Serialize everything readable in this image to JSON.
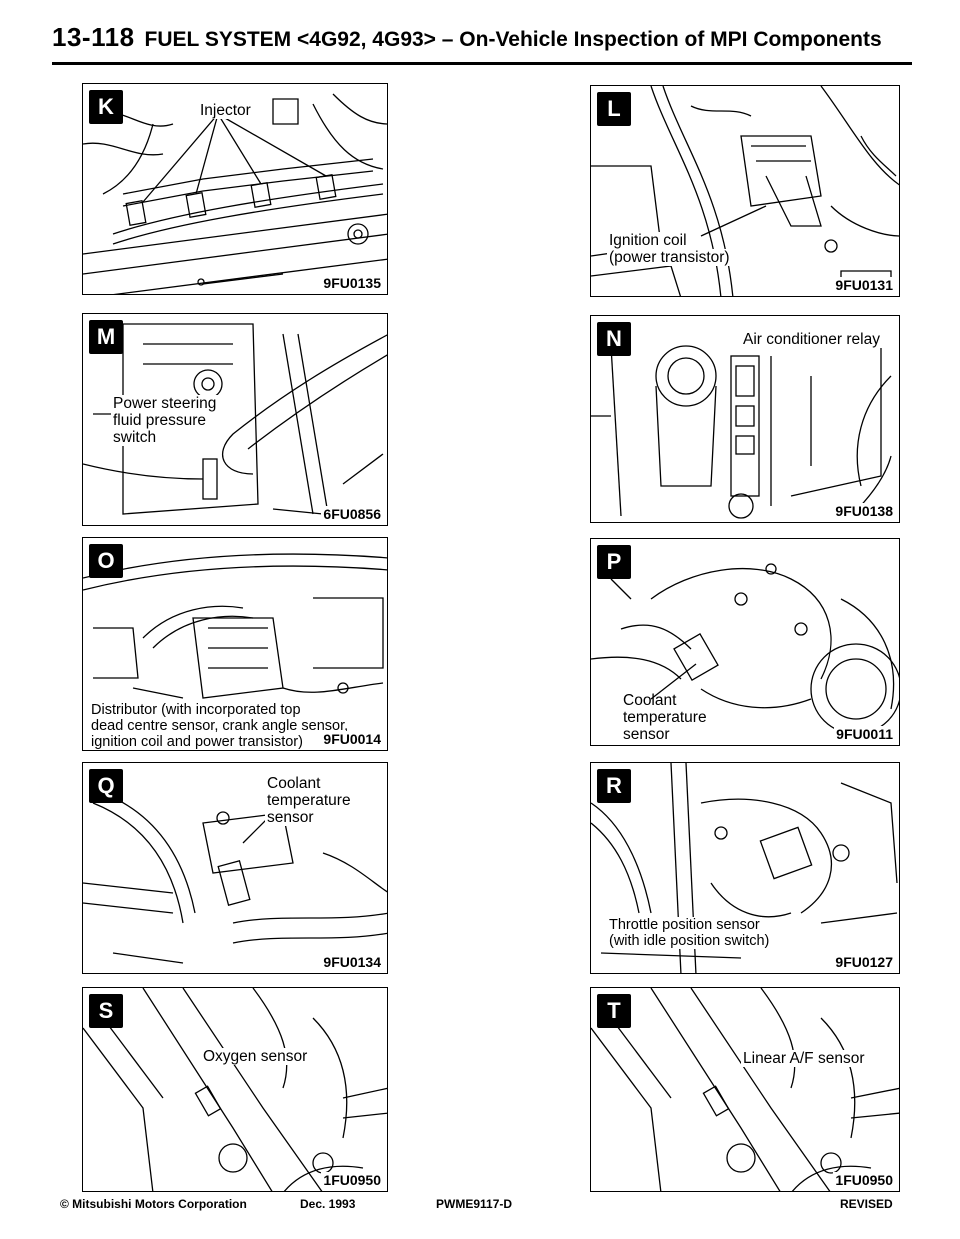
{
  "header": {
    "page_number": "13-118",
    "title": "FUEL SYSTEM <4G92, 4G93> – On-Vehicle Inspection of MPI Components"
  },
  "panels": {
    "K": {
      "letter": "K",
      "code": "9FU0135",
      "labels": [
        "Injector"
      ]
    },
    "L": {
      "letter": "L",
      "code": "9FU0131",
      "labels": [
        "Ignition coil",
        "(power transistor)"
      ]
    },
    "M": {
      "letter": "M",
      "code": "6FU0856",
      "labels": [
        "Power steering",
        "fluid pressure",
        "switch"
      ]
    },
    "N": {
      "letter": "N",
      "code": "9FU0138",
      "labels": [
        "Air conditioner relay"
      ]
    },
    "O": {
      "letter": "O",
      "code": "9FU0014",
      "labels": [
        "Distributor (with incorporated top",
        "dead centre sensor, crank angle sensor,",
        "ignition coil and power transistor)"
      ]
    },
    "P": {
      "letter": "P",
      "code": "9FU0011",
      "labels": [
        "Coolant",
        "temperature",
        "sensor"
      ]
    },
    "Q": {
      "letter": "Q",
      "code": "9FU0134",
      "labels": [
        "Coolant",
        "temperature",
        "sensor"
      ]
    },
    "R": {
      "letter": "R",
      "code": "9FU0127",
      "labels": [
        "Throttle position sensor",
        "(with idle position switch)"
      ]
    },
    "S": {
      "letter": "S",
      "code": "1FU0950",
      "labels": [
        "Oxygen sensor"
      ]
    },
    "T": {
      "letter": "T",
      "code": "1FU0950",
      "labels": [
        "Linear A/F sensor"
      ]
    }
  },
  "footer": {
    "copyright": "© Mitsubishi Motors Corporation",
    "date": "Dec. 1993",
    "doc_code": "PWME9117-D",
    "status": "REVISED"
  }
}
